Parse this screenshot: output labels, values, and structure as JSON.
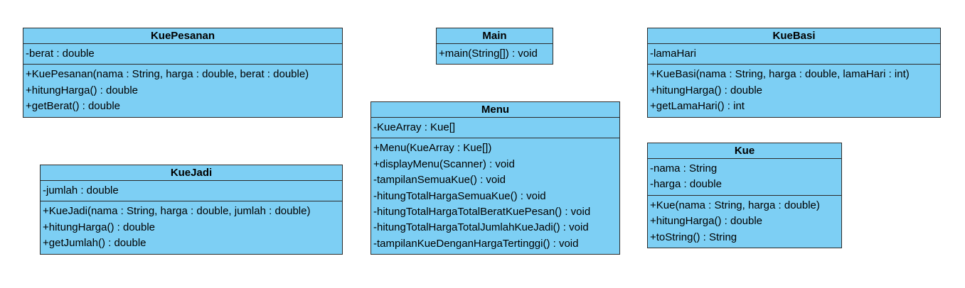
{
  "classes": {
    "kuepesanan": {
      "name": "KuePesanan",
      "attributes": [
        "-berat : double"
      ],
      "methods": [
        "+KuePesanan(nama : String, harga : double, berat : double)",
        "+hitungHarga() : double",
        "+getBerat() : double"
      ]
    },
    "main": {
      "name": "Main",
      "attributes": [],
      "methods": [
        "+main(String[]) : void"
      ]
    },
    "kuebasi": {
      "name": "KueBasi",
      "attributes": [
        "-lamaHari"
      ],
      "methods": [
        "+KueBasi(nama : String, harga : double, lamaHari : int)",
        "+hitungHarga() : double",
        "+getLamaHari() : int"
      ]
    },
    "menu": {
      "name": "Menu",
      "attributes": [
        "-KueArray : Kue[]"
      ],
      "methods": [
        "+Menu(KueArray : Kue[])",
        "+displayMenu(Scanner) : void",
        "-tampilanSemuaKue() : void",
        "-hitungTotalHargaSemuaKue() : void",
        "-hitungTotalHargaTotalBeratKuePesan() : void",
        "-hitungTotalHargaTotalJumlahKueJadi() : void",
        "-tampilanKueDenganHargaTertinggi() : void"
      ]
    },
    "kuejadi": {
      "name": "KueJadi",
      "attributes": [
        "-jumlah : double"
      ],
      "methods": [
        "+KueJadi(nama : String, harga : double, jumlah : double)",
        "+hitungHarga() : double",
        "+getJumlah() : double"
      ]
    },
    "kue": {
      "name": "Kue",
      "attributes": [
        "-nama : String",
        "-harga : double"
      ],
      "methods": [
        "+Kue(nama : String, harga : double)",
        "+hitungHarga() : double",
        "+toString() : String"
      ]
    }
  },
  "colors": {
    "class_fill": "#7dcff4",
    "border": "#2b2b2b"
  }
}
